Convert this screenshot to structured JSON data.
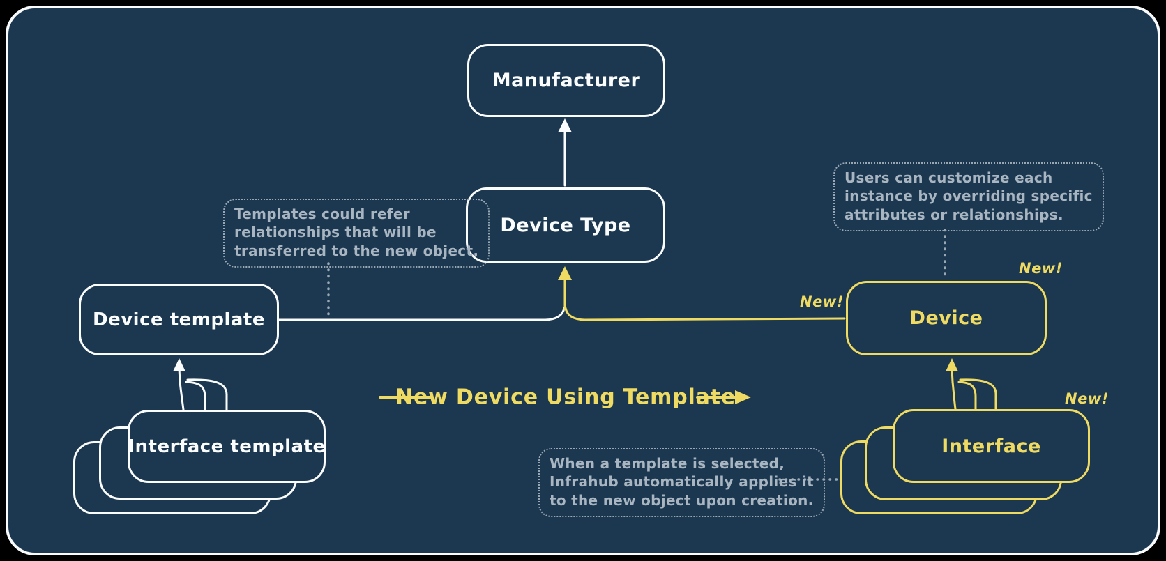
{
  "colors": {
    "background": "#1c3850",
    "stroke_white": "#fbfcfd",
    "accent_yellow": "#f0db62",
    "note_gray": "#a9b6c2",
    "connector_dots": "#9aa8b4"
  },
  "nodes": {
    "manufacturer": {
      "label": "Manufacturer"
    },
    "device_type": {
      "label": "Device Type"
    },
    "device_template": {
      "label": "Device template"
    },
    "interface_template": {
      "label": "Interface template"
    },
    "device": {
      "label": "Device",
      "badge": "New!"
    },
    "interface": {
      "label": "Interface",
      "badge": "New!"
    }
  },
  "edges": {
    "new_link_badge": "New!"
  },
  "flow": {
    "label": "New Device Using Template"
  },
  "annotations": {
    "templates_note": "Templates could refer\nrelationships that will be\ntransferred to the new object.",
    "customize_note": "Users can customize each\ninstance by overriding specific\nattributes or relationships.",
    "apply_note": "When a template is selected,\nInfrahub automatically applies it\nto the new object upon creation."
  }
}
